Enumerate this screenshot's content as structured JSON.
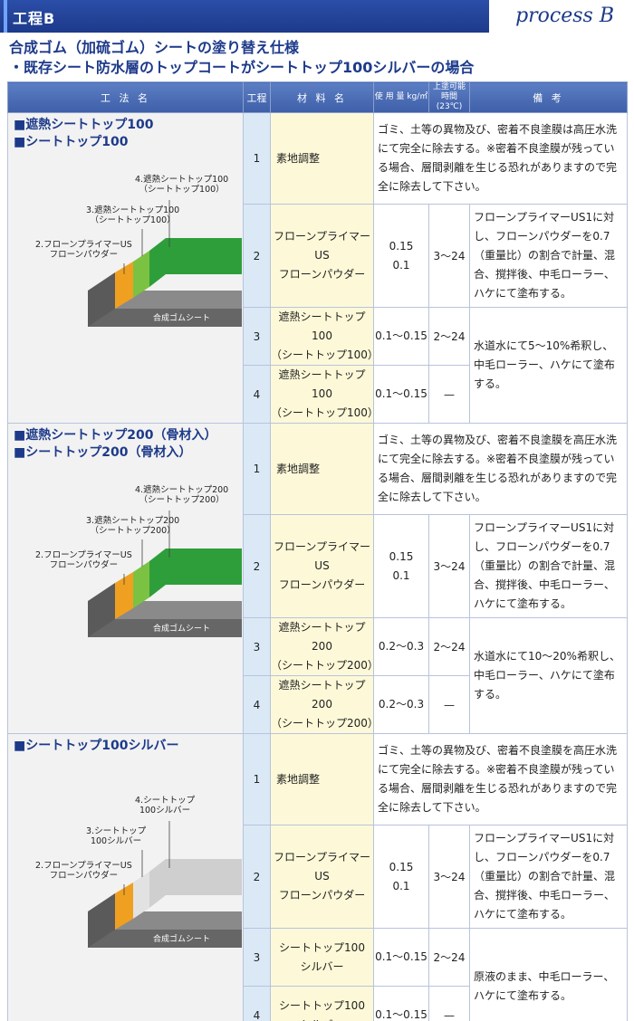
{
  "header": {
    "process_label": "工程B",
    "process_en": "process B"
  },
  "title": {
    "line1": "合成ゴム（加硫ゴム）シートの塗り替え仕様",
    "line2": "・既存シート防水層のトップコートがシートトップ100シルバーの場合"
  },
  "table": {
    "headers": {
      "method": "工 法 名",
      "step": "工程",
      "material": "材 料 名",
      "usage": "使 用 量 kg/㎡",
      "interval": "上塗可能 時間(23℃)",
      "notes": "備 考"
    },
    "sections": [
      {
        "name_line1": "■遮熱シートトップ100",
        "name_line2": "■シートトップ100",
        "layer4": "4.遮熱シートトップ100",
        "layer4b": "（シートトップ100）",
        "layer3": "3.遮熱シートトップ100",
        "layer3b": "（シートトップ100）",
        "layer2": "2.フローンプライマーUS",
        "layer2b": "フローンパウダー",
        "base": "合成ゴムシート",
        "top_color": "#2e9e3a",
        "mid_color": "#7cc242",
        "steps": [
          {
            "num": "1",
            "mat1": "素地調整",
            "mat2": "",
            "usage1": "",
            "usage2": "",
            "interval": "",
            "note": "ゴミ、土等の異物及び、密着不良塗膜は高圧水洗にて完全に除去する。※密着不良塗膜が残っている場合、層間剥離を生じる恐れがありますので完全に除去して下さい。"
          },
          {
            "num": "2",
            "mat1": "フローンプライマーUS",
            "mat2": "フローンパウダー",
            "usage1": "0.15",
            "usage2": "0.1",
            "interval": "3〜24",
            "note": "フローンプライマーUS1に対し、フローンパウダーを0.7（重量比）の割合で計量、混合、撹拌後、中毛ローラー、ハケにて塗布する。"
          },
          {
            "num": "3",
            "mat1": "遮熱シートトップ100",
            "mat2": "（シートトップ100）",
            "usage1": "0.1〜0.15",
            "usage2": "",
            "interval": "2〜24",
            "note": "水道水にて5〜10%希釈し、中毛ローラー、ハケにて塗布する。"
          },
          {
            "num": "4",
            "mat1": "遮熱シートトップ100",
            "mat2": "（シートトップ100）",
            "usage1": "0.1〜0.15",
            "usage2": "",
            "interval": "—",
            "note": ""
          }
        ]
      },
      {
        "name_line1": "■遮熱シートトップ200（骨材入）",
        "name_line2": "■シートトップ200（骨材入）",
        "layer4": "4.遮熱シートトップ200",
        "layer4b": "（シートトップ200）",
        "layer3": "3.遮熱シートトップ200",
        "layer3b": "（シートトップ200）",
        "layer2": "2.フローンプライマーUS",
        "layer2b": "フローンパウダー",
        "base": "合成ゴムシート",
        "top_color": "#2e9e3a",
        "mid_color": "#7cc242",
        "steps": [
          {
            "num": "1",
            "mat1": "素地調整",
            "mat2": "",
            "usage1": "",
            "usage2": "",
            "interval": "",
            "note": "ゴミ、土等の異物及び、密着不良塗膜を高圧水洗にて完全に除去する。※密着不良塗膜が残っている場合、層間剥離を生じる恐れがありますので完全に除去して下さい。"
          },
          {
            "num": "2",
            "mat1": "フローンプライマーUS",
            "mat2": "フローンパウダー",
            "usage1": "0.15",
            "usage2": "0.1",
            "interval": "3〜24",
            "note": "フローンプライマーUS1に対し、フローンパウダーを0.7（重量比）の割合で計量、混合、撹拌後、中毛ローラー、ハケにて塗布する。"
          },
          {
            "num": "3",
            "mat1": "遮熱シートトップ200",
            "mat2": "（シートトップ200）",
            "usage1": "0.2〜0.3",
            "usage2": "",
            "interval": "2〜24",
            "note": "水道水にて10〜20%希釈し、中毛ローラー、ハケにて塗布する。"
          },
          {
            "num": "4",
            "mat1": "遮熱シートトップ200",
            "mat2": "（シートトップ200）",
            "usage1": "0.2〜0.3",
            "usage2": "",
            "interval": "—",
            "note": ""
          }
        ]
      },
      {
        "name_line1": "■シートトップ100シルバー",
        "name_line2": "",
        "layer4": "4.シートトップ",
        "layer4b": "100シルバー",
        "layer3": "3.シートトップ",
        "layer3b": "100シルバー",
        "layer2": "2.フローンプライマーUS",
        "layer2b": "フローンパウダー",
        "base": "合成ゴムシート",
        "top_color": "#cfcfcf",
        "mid_color": "#e2e2e2",
        "steps": [
          {
            "num": "1",
            "mat1": "素地調整",
            "mat2": "",
            "usage1": "",
            "usage2": "",
            "interval": "",
            "note": "ゴミ、土等の異物及び、密着不良塗膜を高圧水洗にて完全に除去する。※密着不良塗膜が残っている場合、層間剥離を生じる恐れがありますので完全に除去して下さい。"
          },
          {
            "num": "2",
            "mat1": "フローンプライマーUS",
            "mat2": "フローンパウダー",
            "usage1": "0.15",
            "usage2": "0.1",
            "interval": "3〜24",
            "note": "フローンプライマーUS1に対し、フローンパウダーを0.7（重量比）の割合で計量、混合、撹拌後、中毛ローラー、ハケにて塗布する。"
          },
          {
            "num": "3",
            "mat1": "シートトップ100",
            "mat2": "シルバー",
            "usage1": "0.1〜0.15",
            "usage2": "",
            "interval": "2〜24",
            "note": "原液のまま、中毛ローラー、ハケにて塗布する。"
          },
          {
            "num": "4",
            "mat1": "シートトップ100",
            "mat2": "シルバー",
            "usage1": "0.1〜0.15",
            "usage2": "",
            "interval": "—",
            "note": ""
          }
        ]
      }
    ]
  }
}
